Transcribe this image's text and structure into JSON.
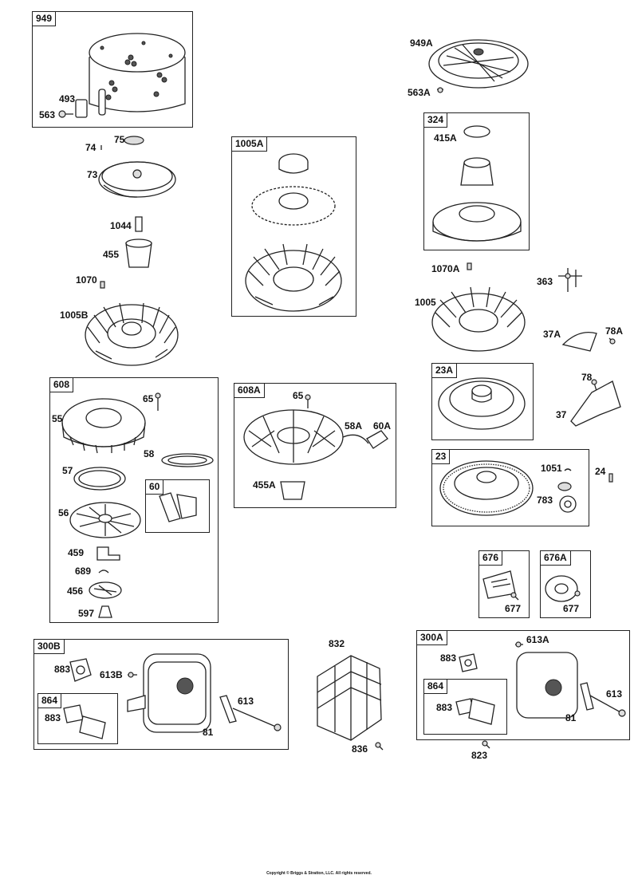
{
  "boxes": {
    "b949": "949",
    "b1005A": "1005A",
    "b324": "324",
    "b608": "608",
    "b60": "60",
    "b608A": "608A",
    "b23A": "23A",
    "b23": "23",
    "b676": "676",
    "b676A": "676A",
    "b300B": "300B",
    "b864a": "864",
    "b300A": "300A",
    "b864b": "864"
  },
  "labels": {
    "p493": "493",
    "p563": "563",
    "p75": "75",
    "p74": "74",
    "p73": "73",
    "p1044": "1044",
    "p455": "455",
    "p1070": "1070",
    "p1005B": "1005B",
    "p949A": "949A",
    "p563A": "563A",
    "p415A": "415A",
    "p1070A": "1070A",
    "p363": "363",
    "p1005": "1005",
    "p37A": "37A",
    "p78A": "78A",
    "p78": "78",
    "p37": "37",
    "p65a": "65",
    "p55": "55",
    "p58": "58",
    "p57": "57",
    "p56": "56",
    "p459": "459",
    "p689": "689",
    "p456": "456",
    "p597": "597",
    "p65b": "65",
    "p58A": "58A",
    "p60A": "60A",
    "p455A": "455A",
    "p1051": "1051",
    "p24": "24",
    "p783": "783",
    "p677a": "677",
    "p677b": "677",
    "p883a": "883",
    "p613B": "613B",
    "p883b": "883",
    "p613a": "613",
    "p81a": "81",
    "p832": "832",
    "p836": "836",
    "p613A": "613A",
    "p883c": "883",
    "p883d": "883",
    "p613b": "613",
    "p81b": "81",
    "p823": "823"
  },
  "copyright": "Copyright © Briggs & Stratton, LLC. All rights reserved."
}
